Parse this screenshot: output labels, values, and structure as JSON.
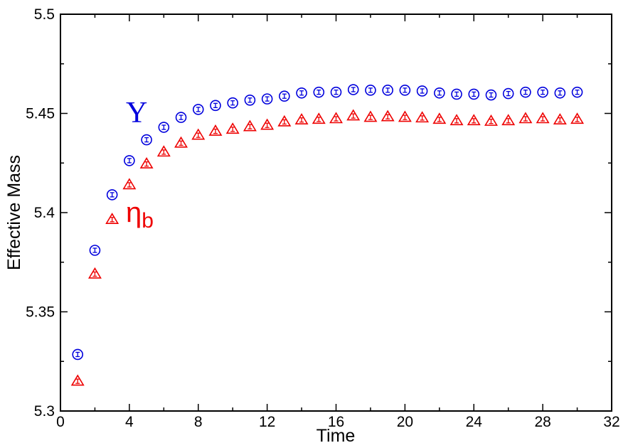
{
  "chart_data": {
    "type": "scatter",
    "title": "",
    "xlabel": "Time",
    "ylabel": "Effective Mass",
    "xlim": [
      0,
      32
    ],
    "ylim": [
      5.3,
      5.5
    ],
    "xticks": [
      0,
      4,
      8,
      12,
      16,
      20,
      24,
      28,
      32
    ],
    "yticks": [
      5.3,
      5.35,
      5.4,
      5.45,
      5.5
    ],
    "xtick_labels": [
      "0",
      "4",
      "8",
      "12",
      "16",
      "20",
      "24",
      "28",
      "32"
    ],
    "ytick_labels": [
      "5.3",
      "5.35",
      "5.4",
      "5.45",
      "5.5"
    ],
    "grid": false,
    "series": [
      {
        "name": "Υ",
        "label_main": "Υ",
        "label_sub": "",
        "color": "#0000dd",
        "marker": "circle",
        "x": [
          1,
          2,
          3,
          4,
          5,
          6,
          7,
          8,
          9,
          10,
          11,
          12,
          13,
          14,
          15,
          16,
          17,
          18,
          19,
          20,
          21,
          22,
          23,
          24,
          25,
          26,
          27,
          28,
          29,
          30
        ],
        "y": [
          5.3285,
          5.381,
          5.409,
          5.4262,
          5.4367,
          5.443,
          5.448,
          5.452,
          5.454,
          5.4553,
          5.4567,
          5.4573,
          5.4587,
          5.4603,
          5.4607,
          5.4607,
          5.462,
          5.4617,
          5.4617,
          5.4617,
          5.4613,
          5.4603,
          5.4597,
          5.4597,
          5.4593,
          5.46,
          5.4607,
          5.4607,
          5.4603,
          5.4607
        ],
        "err": [
          0.0008,
          0.0008,
          0.0008,
          0.0008,
          0.0008,
          0.0008,
          0.0008,
          0.0008,
          0.0008,
          0.0008,
          0.0008,
          0.0008,
          0.0008,
          0.0008,
          0.0008,
          0.0008,
          0.0008,
          0.0008,
          0.0008,
          0.0008,
          0.0008,
          0.0008,
          0.0008,
          0.0008,
          0.0008,
          0.0008,
          0.0008,
          0.0008,
          0.0008,
          0.0008
        ]
      },
      {
        "name": "ηb",
        "label_main": "η",
        "label_sub": "b",
        "color": "#ee0000",
        "marker": "triangle",
        "x": [
          1,
          2,
          3,
          4,
          5,
          6,
          7,
          8,
          9,
          10,
          11,
          12,
          13,
          14,
          15,
          16,
          17,
          18,
          19,
          20,
          21,
          22,
          23,
          24,
          25,
          26,
          27,
          28,
          29,
          30
        ],
        "y": [
          5.315,
          5.369,
          5.3965,
          5.414,
          5.4245,
          5.4305,
          5.435,
          5.439,
          5.441,
          5.442,
          5.4433,
          5.444,
          5.4457,
          5.4467,
          5.447,
          5.4473,
          5.4487,
          5.448,
          5.4483,
          5.448,
          5.4477,
          5.447,
          5.4463,
          5.4463,
          5.446,
          5.4463,
          5.4473,
          5.4473,
          5.4467,
          5.447
        ],
        "err": [
          0.0008,
          0.0008,
          0.0008,
          0.0008,
          0.0008,
          0.0008,
          0.0008,
          0.0008,
          0.0008,
          0.0008,
          0.0008,
          0.0008,
          0.0008,
          0.0008,
          0.0008,
          0.0008,
          0.0008,
          0.0008,
          0.0008,
          0.0008,
          0.0008,
          0.0008,
          0.0008,
          0.0008,
          0.0008,
          0.0008,
          0.0008,
          0.0008,
          0.0008,
          0.0008
        ]
      }
    ]
  }
}
